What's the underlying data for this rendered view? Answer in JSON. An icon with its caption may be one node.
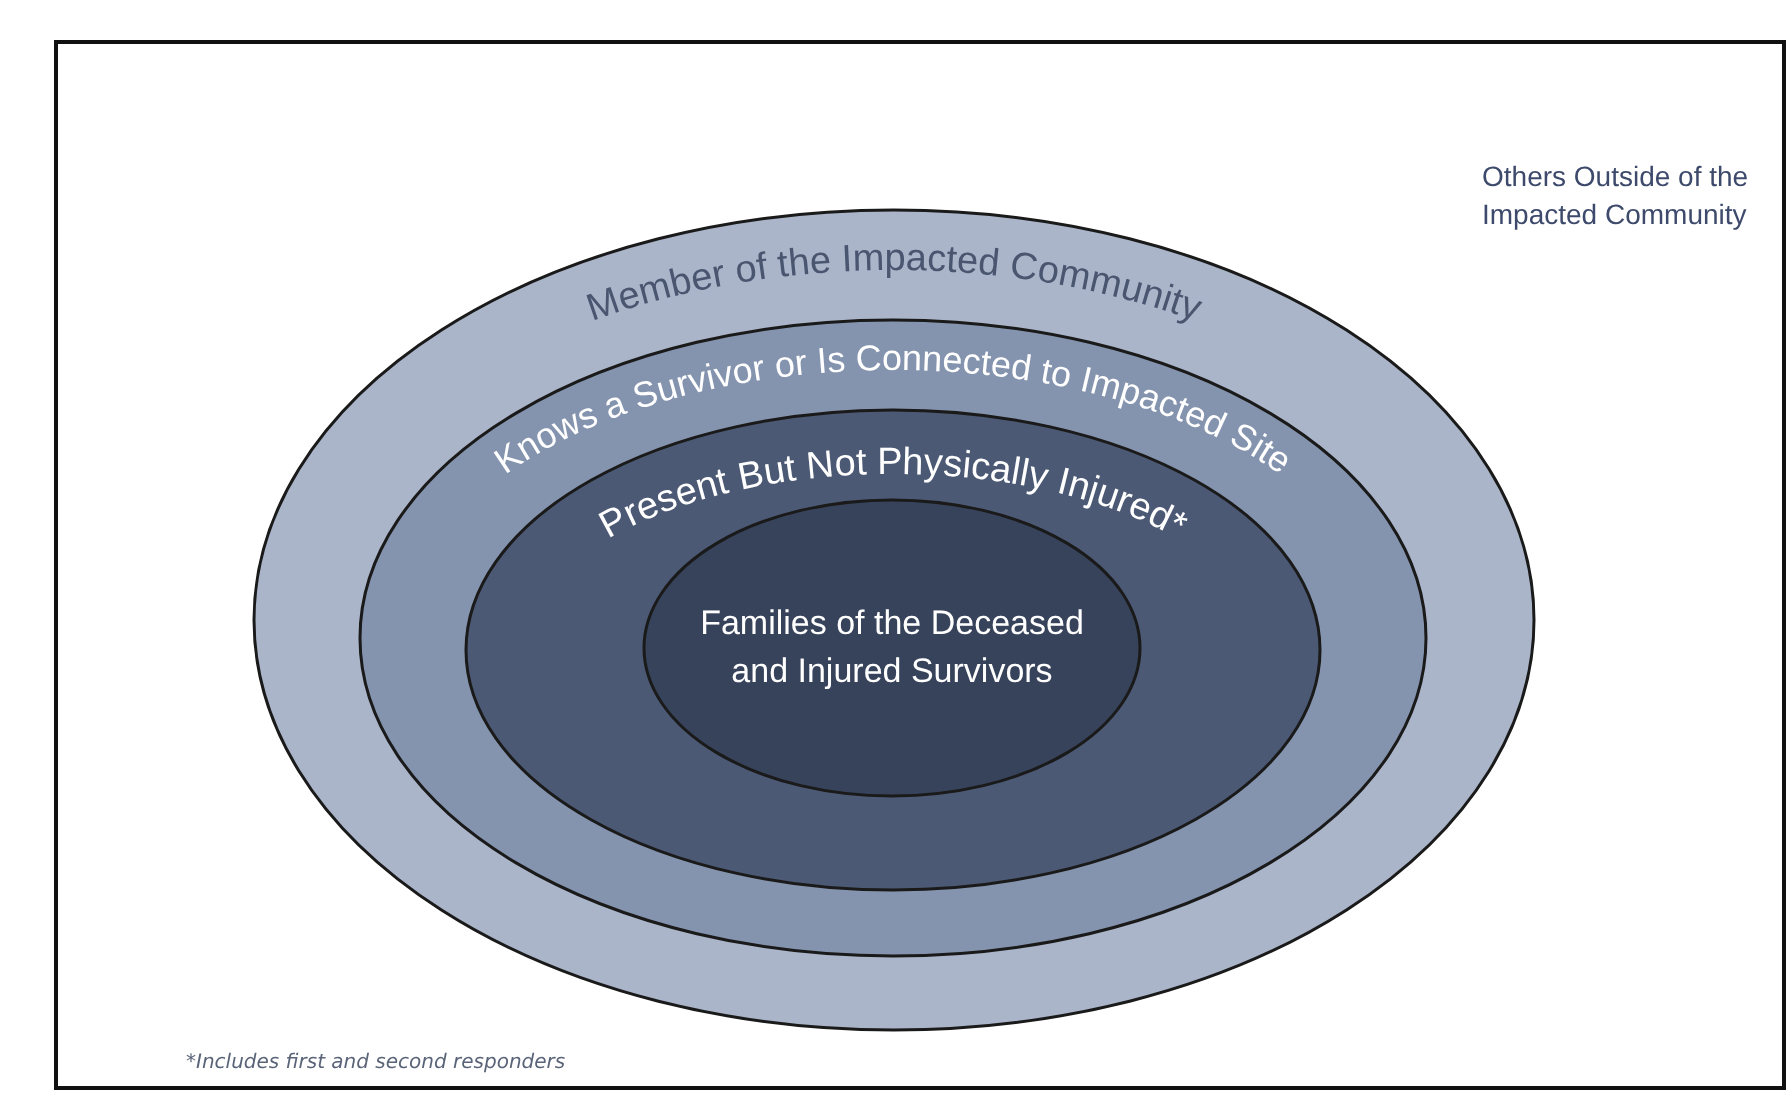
{
  "diagram": {
    "nodes": [
      {
        "text": [
          "Others Outside of the Impacted Community"
        ]
      },
      {
        "text": [
          "Member of the Impacted Community"
        ],
        "in": 0
      },
      {
        "text": [
          "Knows a Survivor or Is Connected to Impacted Site"
        ],
        "in": 1
      },
      {
        "text": [
          "Present But Not Physically Injured*"
        ],
        "in": 2
      },
      {
        "text": [
          "Families of the Deceased and Injured Survivors"
        ],
        "in": 3
      }
    ],
    "labels": [
      "*Includes first and second responders"
    ]
  }
}
